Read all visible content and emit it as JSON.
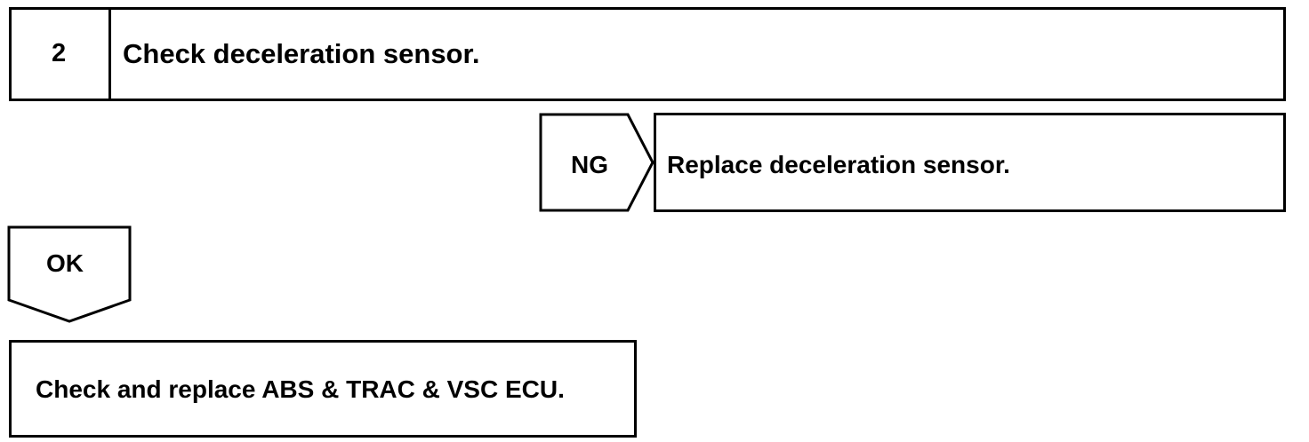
{
  "step": {
    "number": "2",
    "title": "Check deceleration sensor."
  },
  "ng_branch": {
    "label": "NG",
    "action": "Replace deceleration sensor."
  },
  "ok_branch": {
    "label": "OK"
  },
  "final_action": {
    "text": "Check and replace ABS & TRAC & VSC ECU."
  }
}
